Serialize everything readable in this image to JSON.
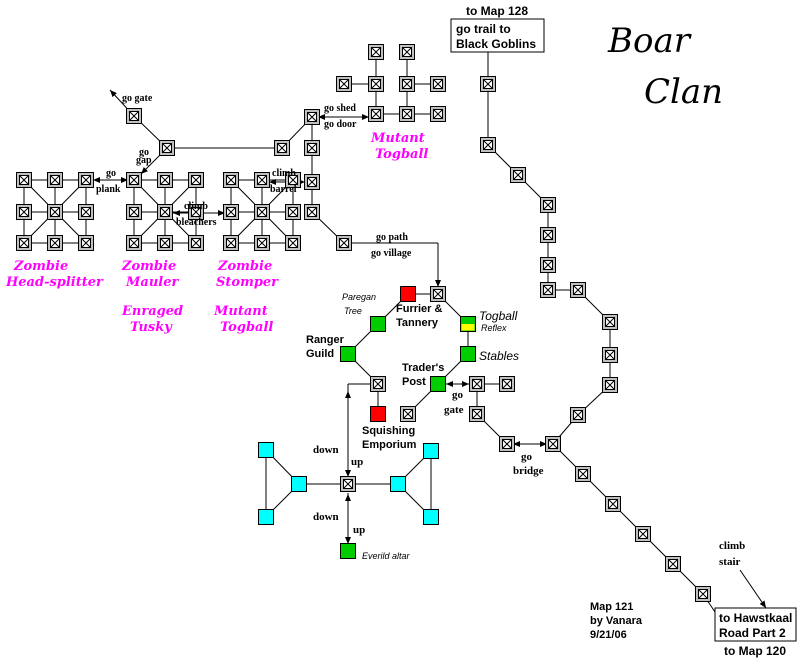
{
  "map": {
    "title_line1": "Boar",
    "title_line2": "Clan",
    "credits": [
      "Map 121",
      "by Vanara",
      "9/21/06"
    ],
    "exits": {
      "top_heading": "to Map 128",
      "top_box": [
        "go trail to",
        "Black Goblins"
      ],
      "bottom_box": [
        "to Hawstkaal",
        "Road Part 2"
      ],
      "bottom_heading": "to Map 120"
    },
    "commands": {
      "go_gate_top": "go gate",
      "go_gap": [
        "go",
        "gap"
      ],
      "go_plank": [
        "go",
        "plank"
      ],
      "climb_bleachers": [
        "climb",
        "bleachers"
      ],
      "climb_barrel": [
        "climb",
        "barrel"
      ],
      "go_shed_door": [
        "go shed",
        "go door"
      ],
      "go_path_village": [
        "go path",
        "go village"
      ],
      "go_gate_village": [
        "go",
        "gate"
      ],
      "go_bridge": [
        "go",
        "bridge"
      ],
      "climb_stair": [
        "climb",
        "stair"
      ],
      "down1": "down",
      "up1": "up",
      "down2": "down",
      "up2": "up"
    },
    "places": {
      "furrier": [
        "Furrier &",
        "Tannery"
      ],
      "ranger": [
        "Ranger",
        "Guild"
      ],
      "traders": [
        "Trader's",
        "Post"
      ],
      "squishing": [
        "Squishing",
        "Emporium"
      ],
      "paregan": [
        "Paregan",
        "Tree"
      ],
      "togball_reflex": [
        "Togball",
        "Reflex"
      ],
      "stables": "Stables",
      "everild": "Everild altar"
    },
    "creatures": {
      "zombie_headsplitter": [
        "Zombie",
        "Head-splitter"
      ],
      "zombie_mauler": [
        "Zombie",
        "Mauler"
      ],
      "zombie_stomper": [
        "Zombie",
        "Stomper"
      ],
      "enraged_tusky": [
        "Enraged",
        "Tusky"
      ],
      "mutant_togball_left": [
        "Mutant",
        "Togball"
      ],
      "mutant_togball_top": [
        "Mutant",
        "Togball"
      ]
    },
    "colors": {
      "room": "#c0c0c0",
      "shop_red": "#ff0000",
      "green": "#00cc00",
      "cyan": "#00ffff",
      "yellow": "#ffff00",
      "creature_pink": "#ff00ff"
    }
  }
}
